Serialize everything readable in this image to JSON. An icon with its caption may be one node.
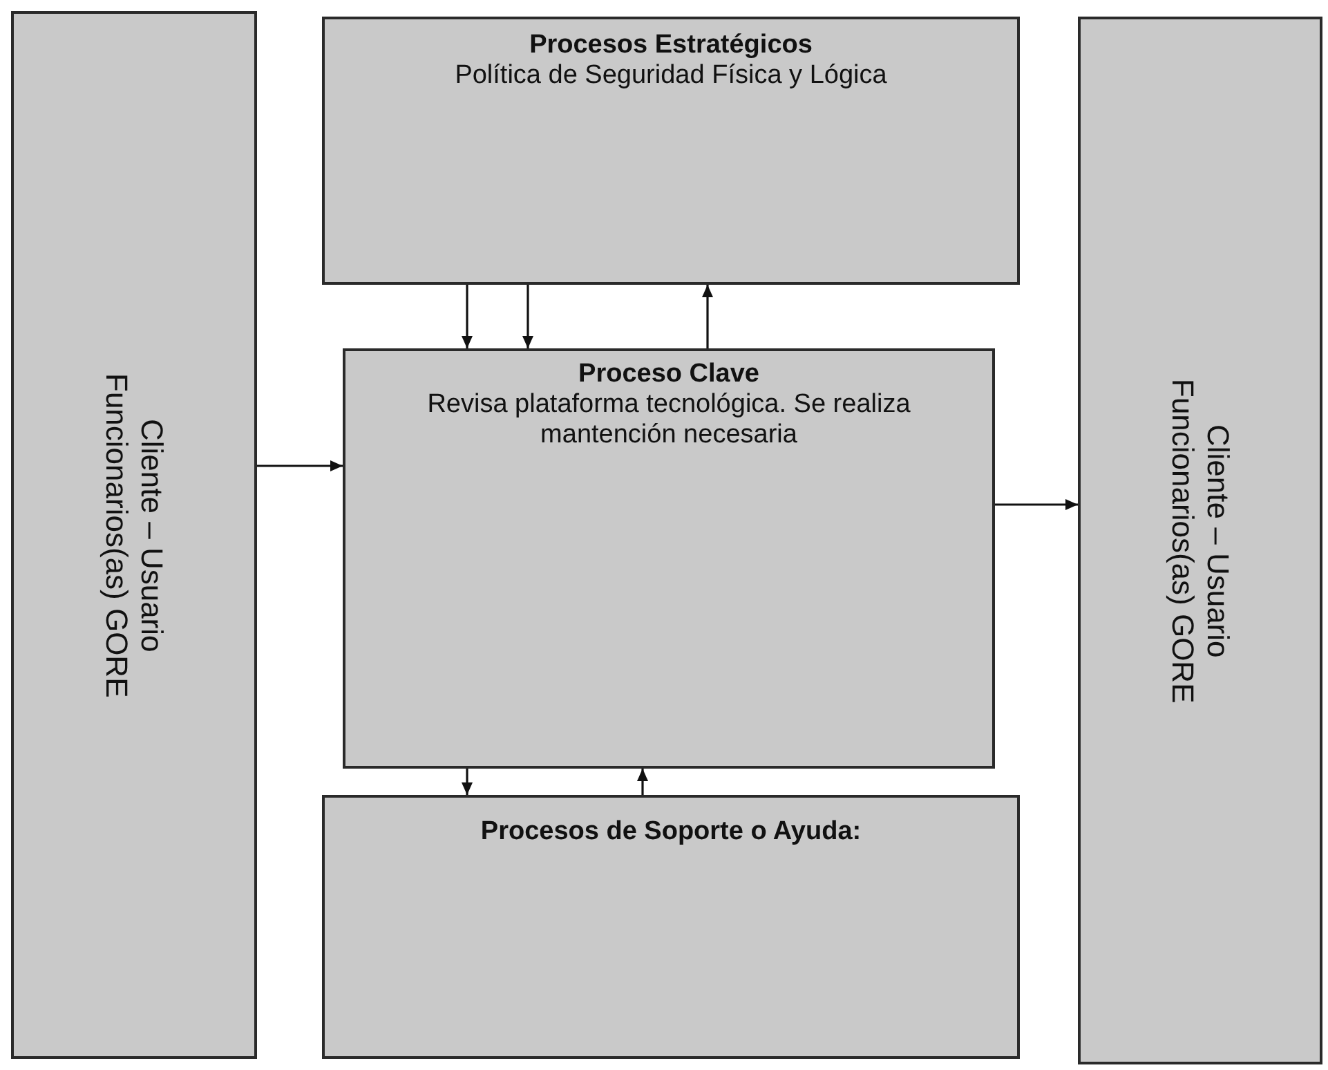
{
  "diagram": {
    "nodes": [
      {
        "text": [
          "Cliente – Usuario",
          "Funcionarios(as) GORE"
        ]
      },
      {
        "text": [
          "Procesos Estratégicos",
          "Política de Seguridad Física y Lógica"
        ]
      },
      {
        "text": [
          "Proceso Clave",
          "Revisa plataforma tecnológica. Se realiza mantención necesaria"
        ]
      },
      {
        "text": [
          "Procesos de Soporte o Ayuda:"
        ]
      },
      {
        "text": [
          "Cliente – Usuario",
          "Funcionarios(as) GORE"
        ]
      }
    ],
    "edges": [
      {
        "from": 0,
        "to": 2,
        "arrow": "to"
      },
      {
        "from": 1,
        "to": 2,
        "arrow": "to"
      },
      {
        "from": 1,
        "to": 2,
        "arrow": "to"
      },
      {
        "from": 2,
        "to": 1,
        "arrow": "to"
      },
      {
        "from": 2,
        "to": 3,
        "arrow": "to"
      },
      {
        "from": 3,
        "to": 2,
        "arrow": "to"
      },
      {
        "from": 2,
        "to": 4,
        "arrow": "to"
      }
    ]
  }
}
